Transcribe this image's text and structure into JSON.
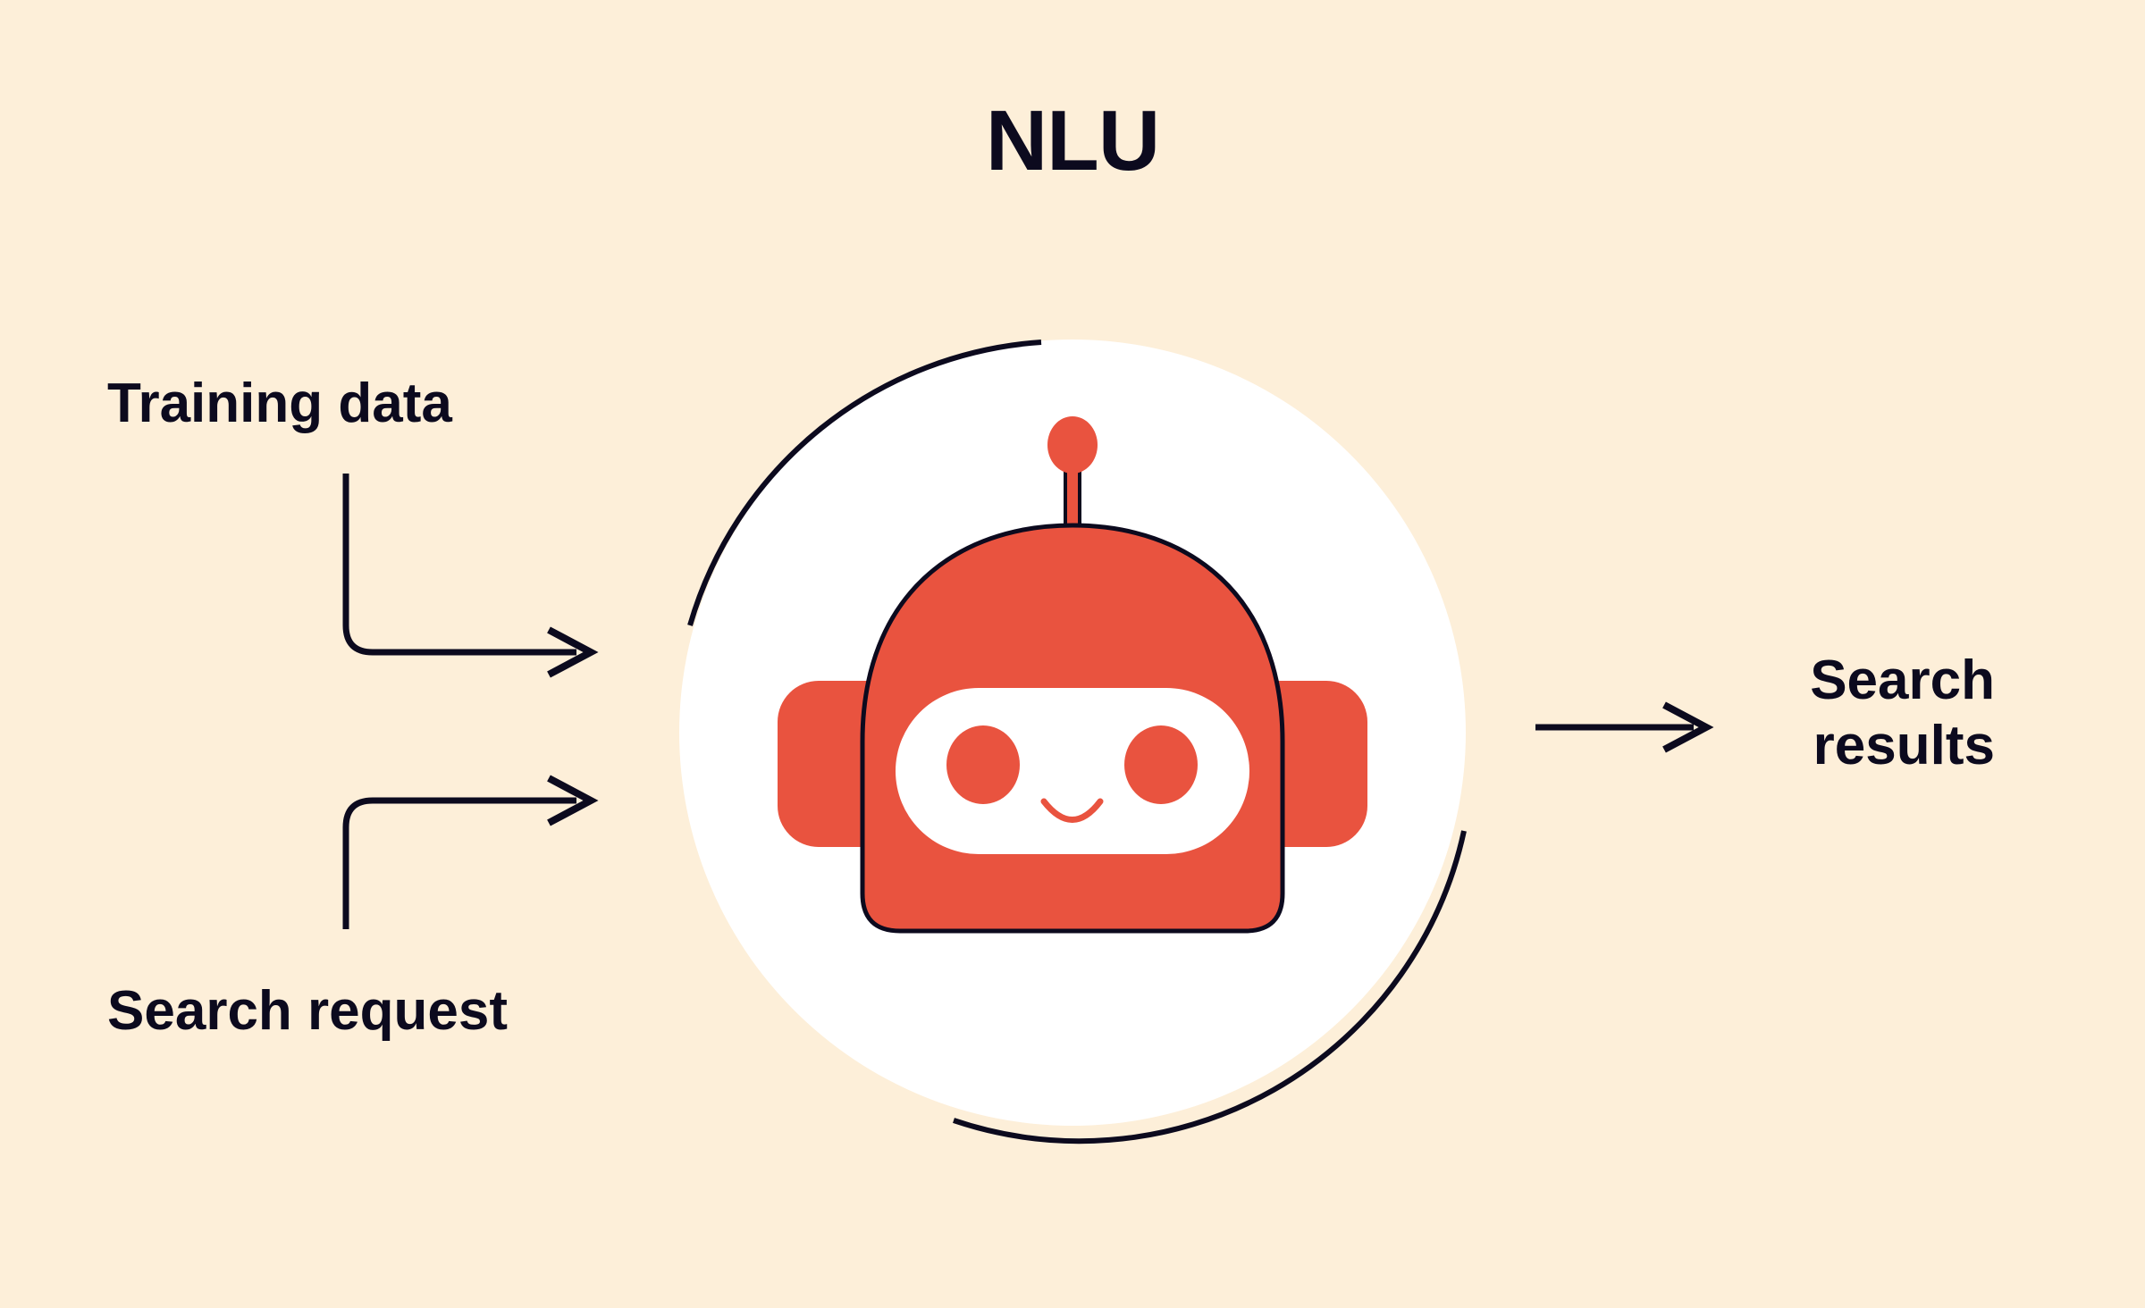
{
  "page": {
    "background_color": "#FDEFD9",
    "accent_color": "#E9533F",
    "text_color": "#0C0A1E",
    "outline_color": "#0C0A1E",
    "panel_color": "#FFFFFF"
  },
  "title": "NLU",
  "inputs": [
    {
      "label": "Training data",
      "arrow": "arrow-into-nlu-top"
    },
    {
      "label": "Search request",
      "arrow": "arrow-into-nlu-bottom"
    }
  ],
  "output": {
    "line1": "Search",
    "line2": "results",
    "arrow": "arrow-out-of-nlu"
  },
  "center": {
    "name": "nlu-robot",
    "description": "Robot mascot inside a white circle",
    "circle_color": "#FFFFFF",
    "robot_color": "#E9533F"
  }
}
